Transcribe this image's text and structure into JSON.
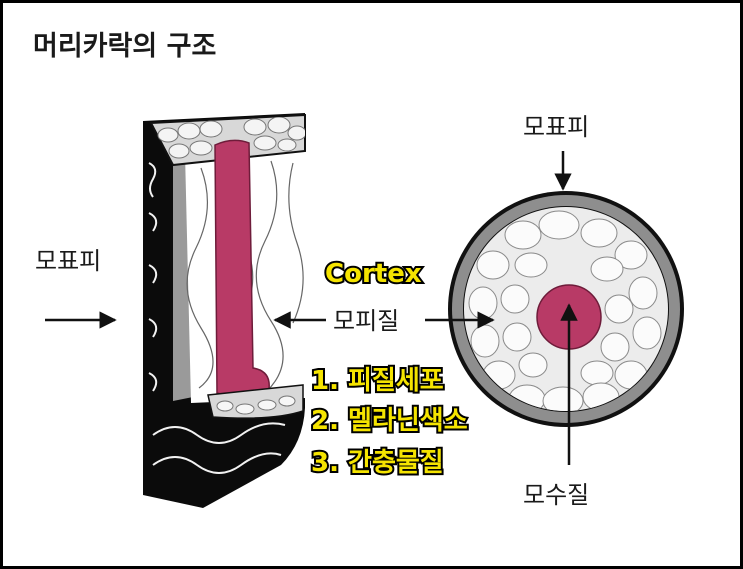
{
  "title": "머리카락의 구조",
  "labels": {
    "cuticle_left": "모표피",
    "cuticle_right": "모표피",
    "cortex_en": "Cortex",
    "cortex_ko": "모피질",
    "medulla": "모수질"
  },
  "cortex_components": [
    "1. 피질세포",
    "2. 멜라닌색소",
    "3. 간충물질"
  ],
  "colors": {
    "medulla": "#b83a66",
    "cuticle": "#0a0a0a",
    "cuticle_ring": "#8e8e8e",
    "cortex_cells": "#e6e6e6",
    "highlight_text": "#f5e400"
  }
}
